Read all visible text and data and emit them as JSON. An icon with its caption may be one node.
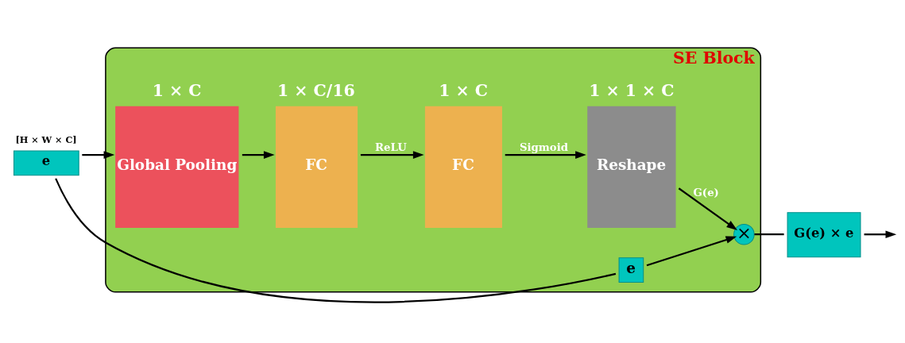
{
  "diagram": {
    "nodes": [
      {
        "text": [
          "SE Block"
        ]
      },
      {
        "text": [
          "e"
        ],
        "beside": [
          "[H × W × C]"
        ]
      },
      {
        "text": [
          "Global Pooling"
        ],
        "beside": [
          "1 × C"
        ],
        "in": 0
      },
      {
        "text": [
          "FC"
        ],
        "beside": [
          "1 × C/16"
        ],
        "in": 0
      },
      {
        "text": [
          "FC"
        ],
        "beside": [
          "1 × C"
        ],
        "in": 0
      },
      {
        "text": [
          "Reshape"
        ],
        "beside": [
          "1 × 1 × C"
        ],
        "in": 0
      },
      {
        "text": [
          "×"
        ],
        "in": 0
      },
      {
        "text": [
          "e"
        ],
        "in": 0
      },
      {
        "text": [
          "G(e) × e"
        ]
      }
    ],
    "edges": [
      {
        "from": 1,
        "to": 2,
        "arrow": "to"
      },
      {
        "from": 2,
        "to": 3,
        "arrow": "to"
      },
      {
        "from": 3,
        "to": 4,
        "arrow": "to",
        "label": "ReLU"
      },
      {
        "from": 4,
        "to": 5,
        "arrow": "to",
        "label": "Sigmoid"
      },
      {
        "from": 5,
        "to": 6,
        "arrow": "to",
        "label": "G(e)"
      },
      {
        "from": 1,
        "to": 7,
        "arrow": "none"
      },
      {
        "from": 7,
        "to": 6,
        "arrow": "to"
      },
      {
        "from": 6,
        "to": 8,
        "arrow": "none"
      },
      {
        "from": 8,
        "to": null,
        "arrow": "to"
      }
    ]
  }
}
